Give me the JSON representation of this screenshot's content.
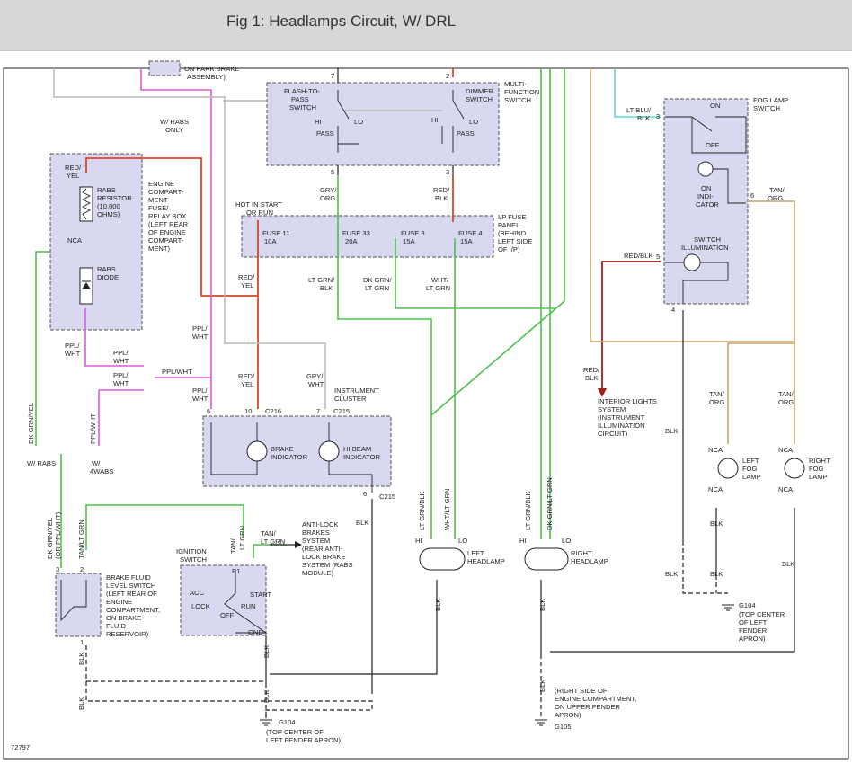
{
  "header": {
    "title": "Fig 1: Headlamps Circuit, W/ DRL"
  },
  "colors": {
    "red": "#d9472b",
    "green": "#4cc24c",
    "pink": "#e05ad8",
    "gray": "#b8b8b8",
    "tan": "#c9a36a",
    "cyan": "#5fd6d6",
    "black": "#222222",
    "box_fill": "#d8d8f0"
  },
  "components": {
    "park_brake": {
      "l1": "ON PARK BRAKE",
      "l2": "ASSEMBLY)"
    },
    "mfs": {
      "title1": "MULTI-",
      "title2": "FUNCTION",
      "title3": "SWITCH",
      "ftp1": "FLASH-TO-",
      "ftp2": "PASS",
      "ftp3": "SWITCH",
      "dim1": "DIMMER",
      "dim2": "SWITCH",
      "hi": "HI",
      "lo": "LO",
      "pass": "PASS",
      "pin7": "7",
      "pin2": "2",
      "pin5": "5",
      "pin3": "3"
    },
    "rabs": {
      "l1": "RED/",
      "l2": "YEL",
      "r1": "RABS",
      "r2": "RESISTOR",
      "r3": "(10,000",
      "r4": "OHMS)",
      "nca": "NCA",
      "d1": "RABS",
      "d2": "DIODE",
      "ob1": "W/ RABS",
      "ob2": "ONLY"
    },
    "engine_box": {
      "l1": "ENGINE",
      "l2": "COMPART-",
      "l3": "MENT",
      "l4": "FUSE/",
      "l5": "RELAY BOX",
      "l6": "(LEFT REAR",
      "l7": "OF ENGINE",
      "l8": "COMPART-",
      "l9": "MENT)"
    },
    "fuse_panel": {
      "hot1": "HOT IN START",
      "hot2": "OR RUN",
      "f11a": "FUSE 11",
      "f11b": "10A",
      "f33a": "FUSE 33",
      "f33b": "20A",
      "f8a": "FUSE 8",
      "f8b": "15A",
      "f4a": "FUSE 4",
      "f4b": "15A",
      "ip1": "I/P FUSE",
      "ip2": "PANEL",
      "ip3": "(BEHIND",
      "ip4": "LEFT SIDE",
      "ip5": "OF I/P)"
    },
    "cluster": {
      "title1": "INSTRUMENT",
      "title2": "CLUSTER",
      "brake1": "BRAKE",
      "brake2": "INDICATOR",
      "hib1": "HI BEAM",
      "hib2": "INDICATOR",
      "p6": "6",
      "p10": "10",
      "c216": "C216",
      "p7": "7",
      "c215": "C215",
      "p6b": "6",
      "c215b": "C215"
    },
    "fog_switch": {
      "title1": "FOG LAMP",
      "title2": "SWITCH",
      "on": "ON",
      "off": "OFF",
      "ind1": "ON",
      "ind2": "INDI-",
      "ind3": "CATOR",
      "ill1": "SWITCH",
      "ill2": "ILLUMINATION",
      "p3": "3",
      "p6": "6",
      "p5": "5",
      "p4": "4"
    },
    "interior": {
      "l1": "INTERIOR LIGHTS",
      "l2": "SYSTEM",
      "l3": "(INSTRUMENT",
      "l4": "ILLUMINATION",
      "l5": "CIRCUIT)"
    },
    "fog_lamps": {
      "lf1": "LEFT",
      "lf2": "FOG",
      "lf3": "LAMP",
      "rf1": "RIGHT",
      "rf2": "FOG",
      "rf3": "LAMP",
      "nca": "NCA"
    },
    "headlamps": {
      "left1": "LEFT",
      "left2": "HEADLAMP",
      "right1": "RIGHT",
      "right2": "HEADLAMP",
      "hi": "HI",
      "lo": "LO"
    },
    "brake_fluid": {
      "l1": "BRAKE FLUID",
      "l2": "LEVEL SWITCH",
      "l3": "(LEFT REAR OF",
      "l4": "ENGINE",
      "l5": "COMPARTMENT,",
      "l6": "ON BRAKE",
      "l7": "FLUID",
      "l8": "RESERVOIR)",
      "p3": "3",
      "p2": "2",
      "p1": "1"
    },
    "ignition": {
      "title1": "IGNITION",
      "title2": "SWITCH",
      "p1": "P1",
      "acc": "ACC",
      "start": "START",
      "lock": "LOCK",
      "run": "RUN",
      "off": "OFF",
      "gnd": "GND"
    },
    "antilock": {
      "l1": "ANTI-LOCK",
      "l2": "BRAKES",
      "l3": "SYSTEM",
      "l4": "(REAR ANTI-",
      "l5": "LOCK BRAKE",
      "l6": "SYSTEM (RABS",
      "l7": "MODULE)"
    },
    "wrabs": {
      "w1": "W/ RABS",
      "w2a": "W/",
      "w2b": "4WABS"
    },
    "g104": {
      "name": "G104",
      "l1": "(TOP CENTER OF",
      "l2": "LEFT FENDER APRON)"
    },
    "g104r": {
      "name": "G104",
      "l1": "(TOP CENTER",
      "l2": "OF LEFT",
      "l3": "FENDER",
      "l4": "APRON)"
    },
    "g105": {
      "name": "G105",
      "l1": "(RIGHT SIDE OF",
      "l2": "ENGINE COMPARTMENT,",
      "l3": "ON UPPER FENDER",
      "l4": "APRON)"
    }
  },
  "wires": {
    "red_yel": "RED/",
    "yel": "YEL",
    "red_yel_b": "RED/",
    "yel_b": "YEL",
    "gry": "GRY/",
    "org": "ORG",
    "red_blk": "RED/",
    "blk_lbl": "BLK",
    "ltgrn_blk1": "LT GRN/",
    "ltgrn_blk2": "BLK",
    "dkgrn1": "DK GRN/",
    "dkgrn2": "LT GRN",
    "wht1": "WHT/",
    "wht2": "LT GRN",
    "ppl1": "PPL/",
    "ppl2": "WHT",
    "pplwht": "PPL/WHT",
    "gry_wht1": "GRY/",
    "gry_wht2": "WHT",
    "dkgrnyel": "DK GRN/YEL",
    "pplwht_v": "PPL/WHT",
    "dkgrnyel_b": "DK GRN/YEL",
    "or_ppl": "(OR PPL/WHT)",
    "tan_ltgrn_v": "TAN/LT GRN",
    "tan1": "TAN/",
    "ltgrn": "LT GRN",
    "tan_v": "TAN/",
    "ltgrn_v": "LT GRN",
    "ltblu1": "LT BLU/",
    "ltblu2": "BLK",
    "tan_org1": "TAN/",
    "tan_org2": "ORG",
    "red_blk_fs": "RED/BLK",
    "red_blk_v1": "RED/",
    "red_blk_v2": "BLK",
    "blk": "BLK",
    "ltgrnblk_v": "LT GRN/BLK",
    "whtltgrn_v": "WHT/LT GRN",
    "dkgrnltgrn_v": "DK GRN/LT GRN"
  },
  "footer": {
    "code": "72797"
  }
}
